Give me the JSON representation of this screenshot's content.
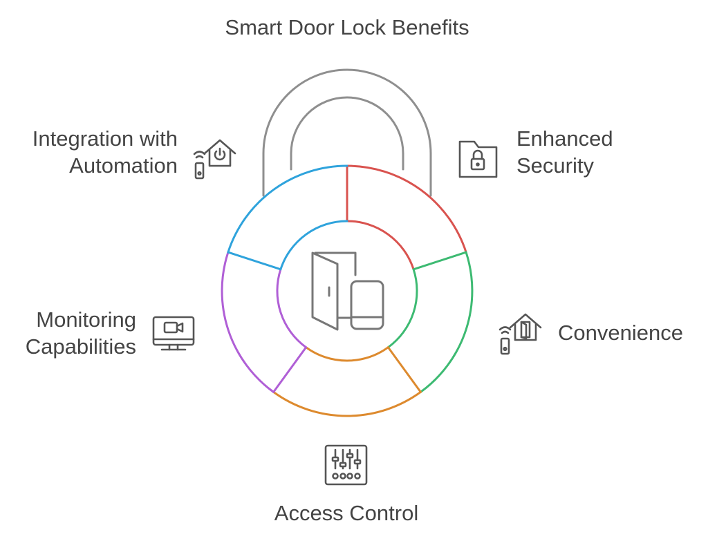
{
  "title": "Smart Door Lock Benefits",
  "colors": {
    "shackle": "#8f8f8f",
    "icon": "#555555",
    "enhanced_security": "#d9534f",
    "convenience": "#3dba72",
    "access_control": "#dd8a2e",
    "monitoring": "#b05fd6",
    "integration": "#2fa3dc"
  },
  "segments": [
    {
      "key": "enhanced_security",
      "lines": [
        "Enhanced",
        "Security"
      ],
      "icon": "locked-folder-icon"
    },
    {
      "key": "convenience",
      "lines": [
        "Convenience"
      ],
      "icon": "smart-home-remote-icon"
    },
    {
      "key": "access_control",
      "lines": [
        "Access Control"
      ],
      "icon": "control-sliders-icon"
    },
    {
      "key": "monitoring",
      "lines": [
        "Monitoring",
        "Capabilities"
      ],
      "icon": "video-monitor-icon"
    },
    {
      "key": "integration",
      "lines": [
        "Integration with",
        "Automation"
      ],
      "icon": "smart-home-power-icon"
    }
  ],
  "center_icon": "door-and-phone-icon"
}
